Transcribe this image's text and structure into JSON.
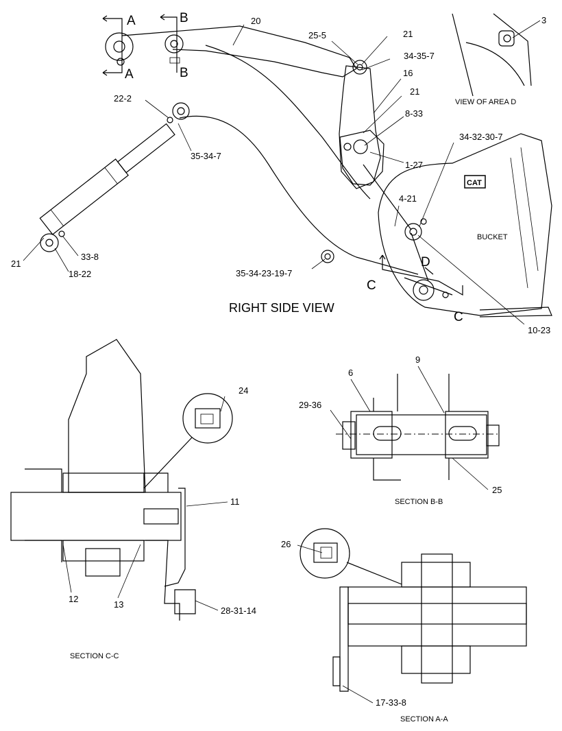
{
  "views": {
    "right_side_view": "RIGHT SIDE VIEW",
    "view_of_area_d": "VIEW OF AREA  D",
    "section_bb": "SECTION B-B",
    "section_cc": "SECTION C-C",
    "section_aa": "SECTION A-A"
  },
  "markers": {
    "a_top": "A",
    "a_bottom": "A",
    "b_top": "B",
    "b_bottom": "B",
    "c_left": "C",
    "c_right": "C",
    "d": "D"
  },
  "labels": {
    "bucket": "BUCKET",
    "cat_logo": "CAT"
  },
  "callouts": {
    "c20": "20",
    "c3": "3",
    "c25_5": "25-5",
    "c21_a": "21",
    "c34_35_7": "34-35-7",
    "c16": "16",
    "c21_b": "21",
    "c22_2": "22-2",
    "c8_33": "8-33",
    "c35_34_7": "35-34-7",
    "c34_32_30_7": "34-32-30-7",
    "c1_27": "1-27",
    "c4_21": "4-21",
    "c21_c": "21",
    "c33_8": "33-8",
    "c18_22": "18-22",
    "c35_34_23_19_7": "35-34-23-19-7",
    "c10_23": "10-23",
    "c24": "24",
    "c9": "9",
    "c6": "6",
    "c29_36": "29-36",
    "c25": "25",
    "c11": "11",
    "c12": "12",
    "c13": "13",
    "c28_31_14": "28-31-14",
    "c26": "26",
    "c17_33_8": "17-33-8"
  }
}
